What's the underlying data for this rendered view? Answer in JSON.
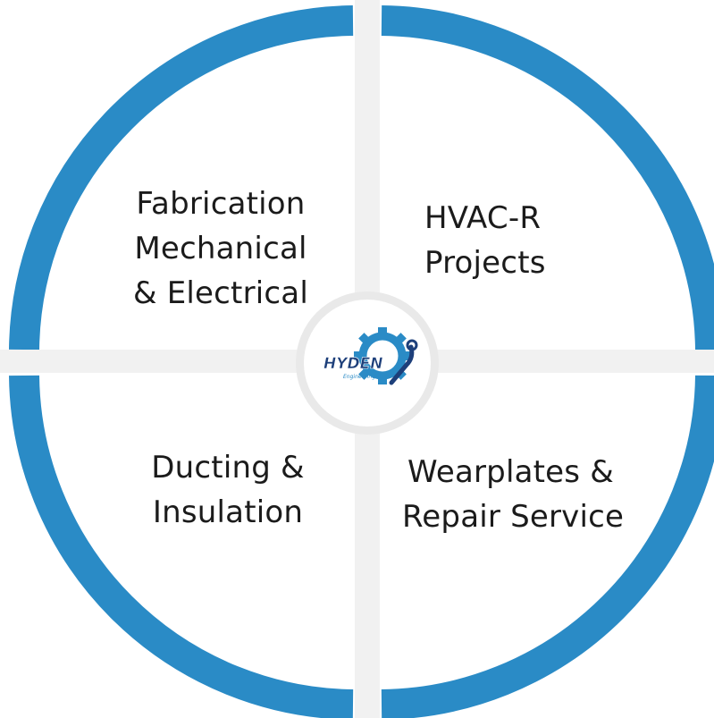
{
  "quadrants": {
    "top_left": {
      "lines": [
        "Fabrication",
        "Mechanical",
        "& Electrical"
      ]
    },
    "top_right": {
      "lines": [
        "HVAC-R",
        "Projects"
      ]
    },
    "bottom_left": {
      "lines": [
        "Ducting &",
        "Insulation"
      ]
    },
    "bottom_right": {
      "lines": [
        "Wearplates &",
        "Repair Service"
      ]
    }
  },
  "logo": {
    "name": "HYDEN",
    "tagline": "Engineering"
  },
  "colors": {
    "ring": "#2a8bc6",
    "background": "#ffffff",
    "divider": "#f1f1f1",
    "hub_border": "#ececec",
    "text": "#1b1b1b",
    "logo_dark": "#1d3f7a",
    "logo_light": "#2a8bc6"
  }
}
